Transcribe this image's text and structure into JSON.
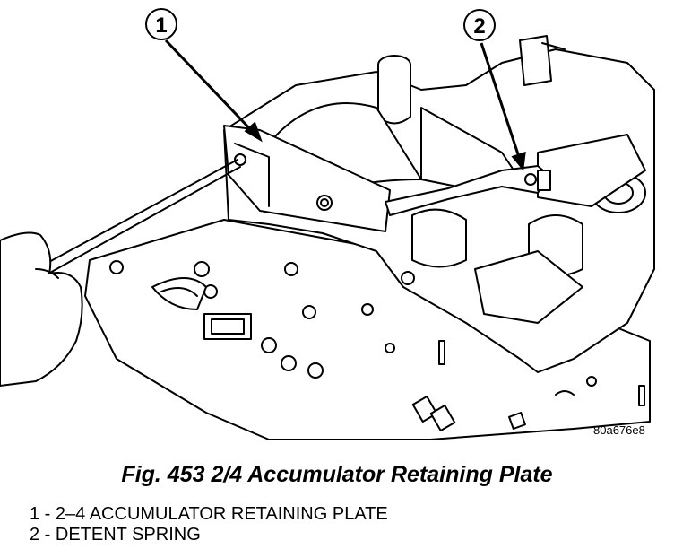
{
  "figure": {
    "callouts": [
      "1",
      "2"
    ],
    "image_code": "80a676e8",
    "caption": "Fig. 453 2/4 Accumulator Retaining Plate"
  },
  "legend": {
    "items": [
      "1 - 2–4 ACCUMULATOR RETAINING PLATE",
      "2 - DETENT SPRING"
    ]
  }
}
